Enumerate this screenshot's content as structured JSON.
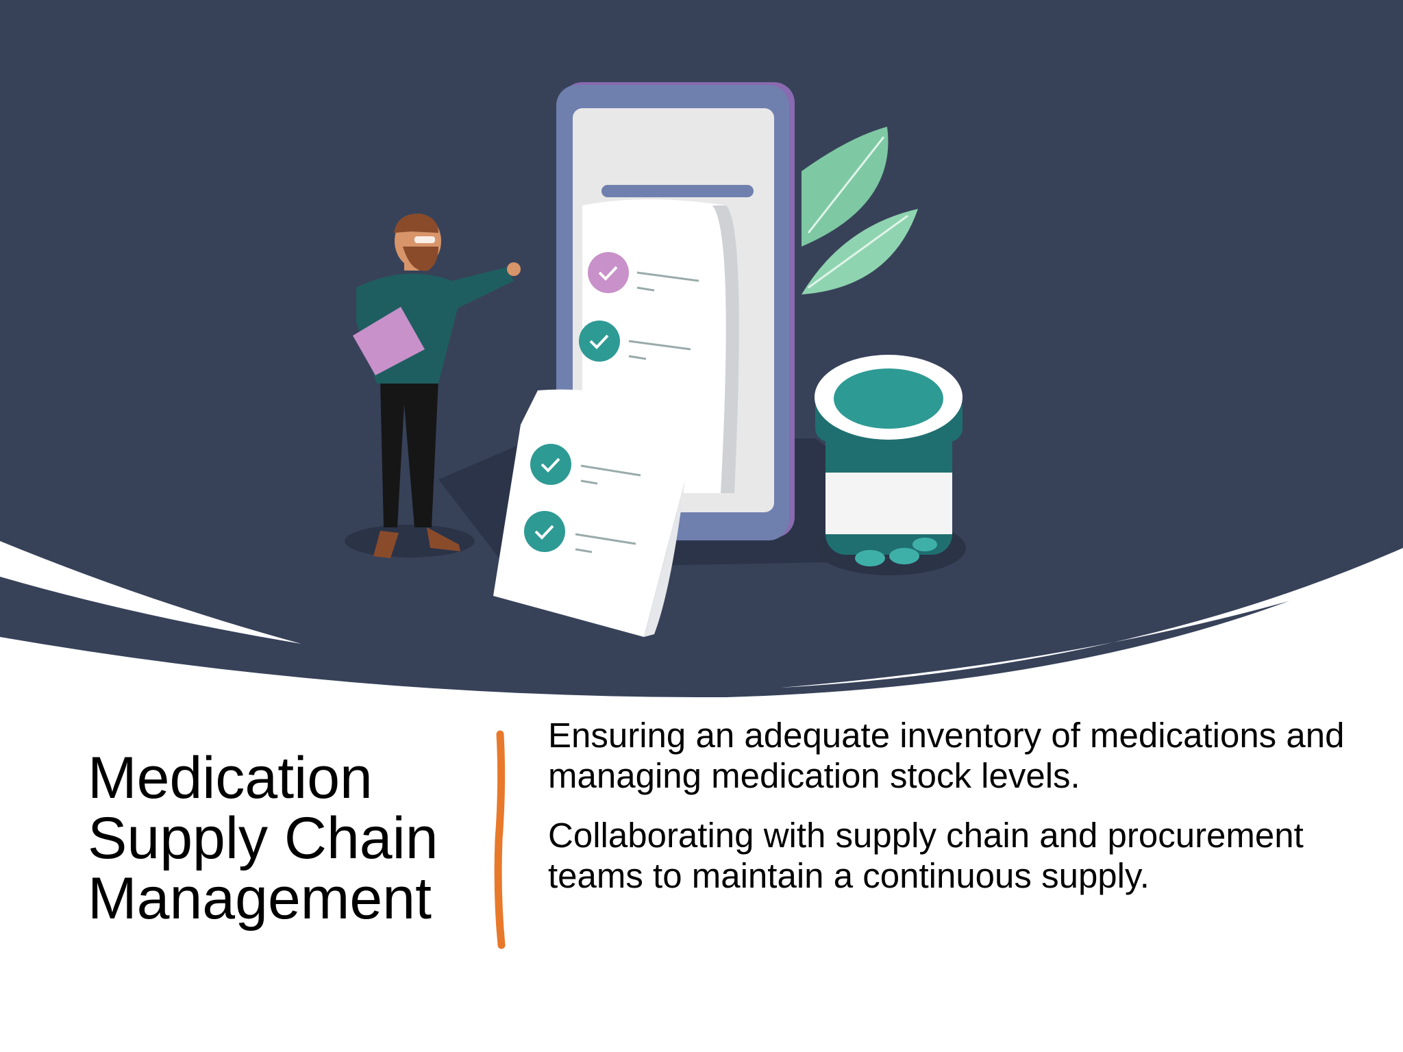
{
  "slide": {
    "title_lines": [
      "Medication",
      "Supply Chain",
      "Management"
    ],
    "paragraphs": [
      "Ensuring an adequate inventory of medications and managing medication stock levels.",
      "Collaborating with supply chain and procurement teams to maintain a continuous supply."
    ]
  },
  "illustration": {
    "subject": "pharmacist-with-checklist-phone-and-pill-bottle"
  },
  "colors": {
    "hero_background": "#374259",
    "accent_divider": "#E8792B",
    "teal": "#2E9A94",
    "purple": "#C891C9",
    "leaf_green": "#7EC9A3",
    "text": "#000000"
  }
}
